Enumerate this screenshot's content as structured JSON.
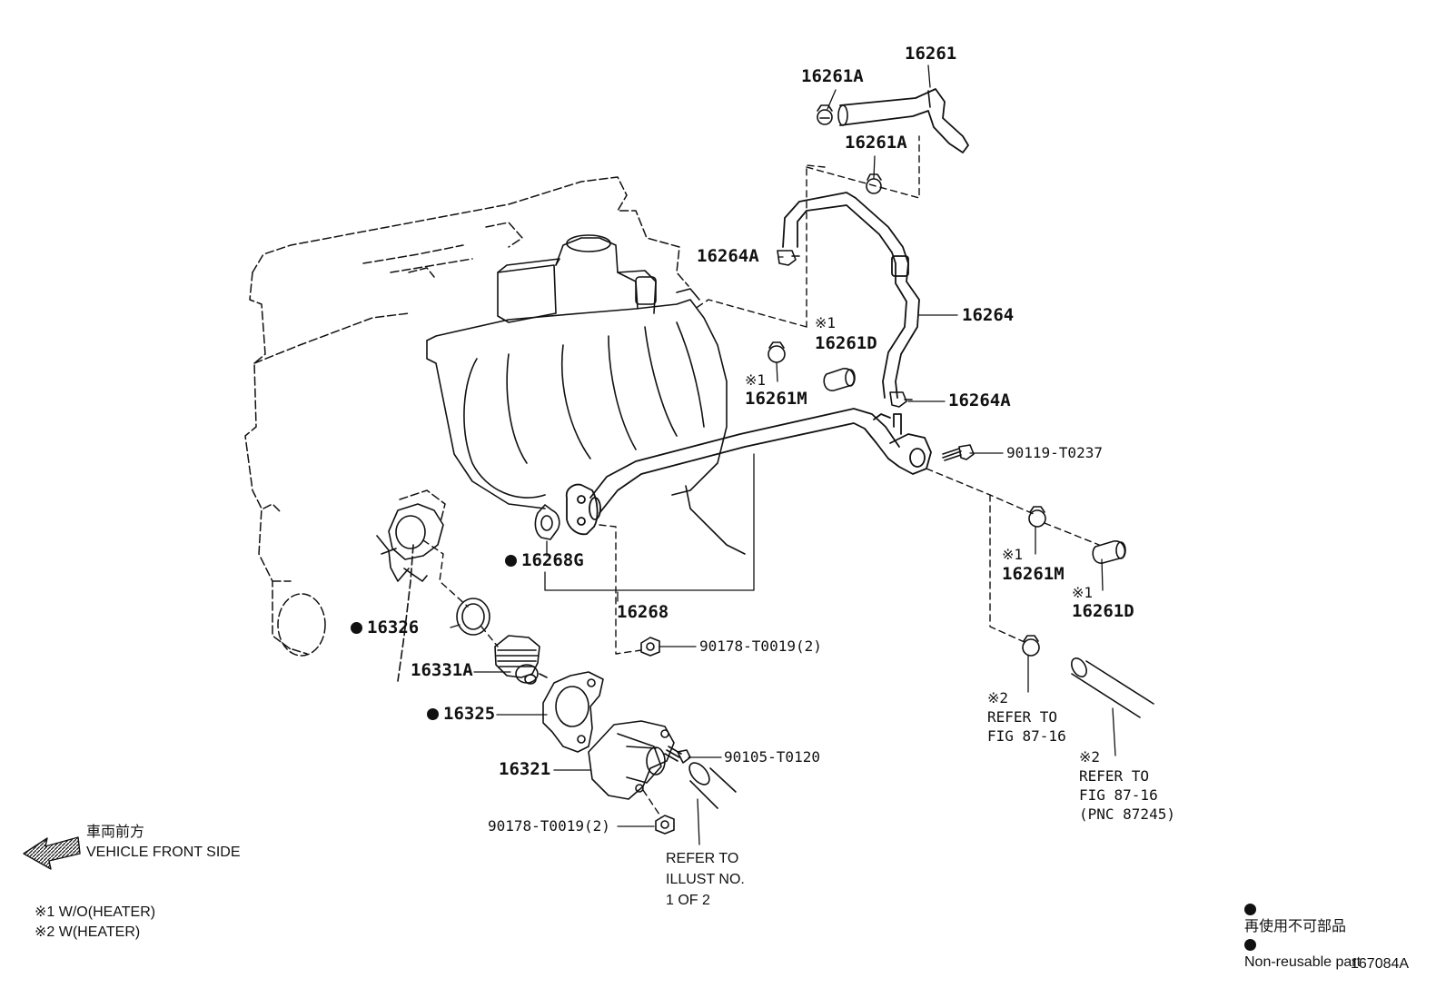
{
  "parts": {
    "p16261": "16261",
    "p16261a_top": "16261A",
    "p16261a_mid": "16261A",
    "p16264a_left": "16264A",
    "p16264": "16264",
    "p16264a_right": "16264A",
    "mark1_d_upper": "※1",
    "p16261d_upper": "16261D",
    "mark1_m_upper": "※1",
    "p16261m_upper": "16261M",
    "p90119": "90119-T0237",
    "mark1_m_lower": "※1",
    "p16261m_lower": "16261M",
    "mark1_d_lower": "※1",
    "p16261d_lower": "16261D",
    "p16268g": "16268G",
    "p16268": "16268",
    "p16326": "16326",
    "p90178_upper": "90178-T0019(2)",
    "p16331a": "16331A",
    "p16325": "16325",
    "p90105": "90105-T0120",
    "p16321": "16321",
    "p90178_lower": "90178-T0019(2)"
  },
  "refs": {
    "fig_a": {
      "mark": "※2",
      "line1": "REFER TO",
      "line2": "FIG 87-16"
    },
    "fig_b": {
      "mark": "※2",
      "line1": "REFER TO",
      "line2": "FIG 87-16",
      "line3": "(PNC 87245)"
    },
    "illust": {
      "line1": "REFER TO",
      "line2": "ILLUST NO.",
      "line3": "1 OF 2"
    }
  },
  "direction": {
    "jp": "車両前方",
    "en": "VEHICLE FRONT SIDE",
    "icon": "arrow-left-icon"
  },
  "footnotes": {
    "note1": "※1 W/O(HEATER)",
    "note2": "※2 W(HEATER)"
  },
  "legend": {
    "jp": "再使用不可部品",
    "en": "Non-reusable part",
    "icon": "filled-dot-icon"
  },
  "figure_code": "167084A",
  "colors": {
    "ink": "#111111",
    "background": "#ffffff"
  }
}
